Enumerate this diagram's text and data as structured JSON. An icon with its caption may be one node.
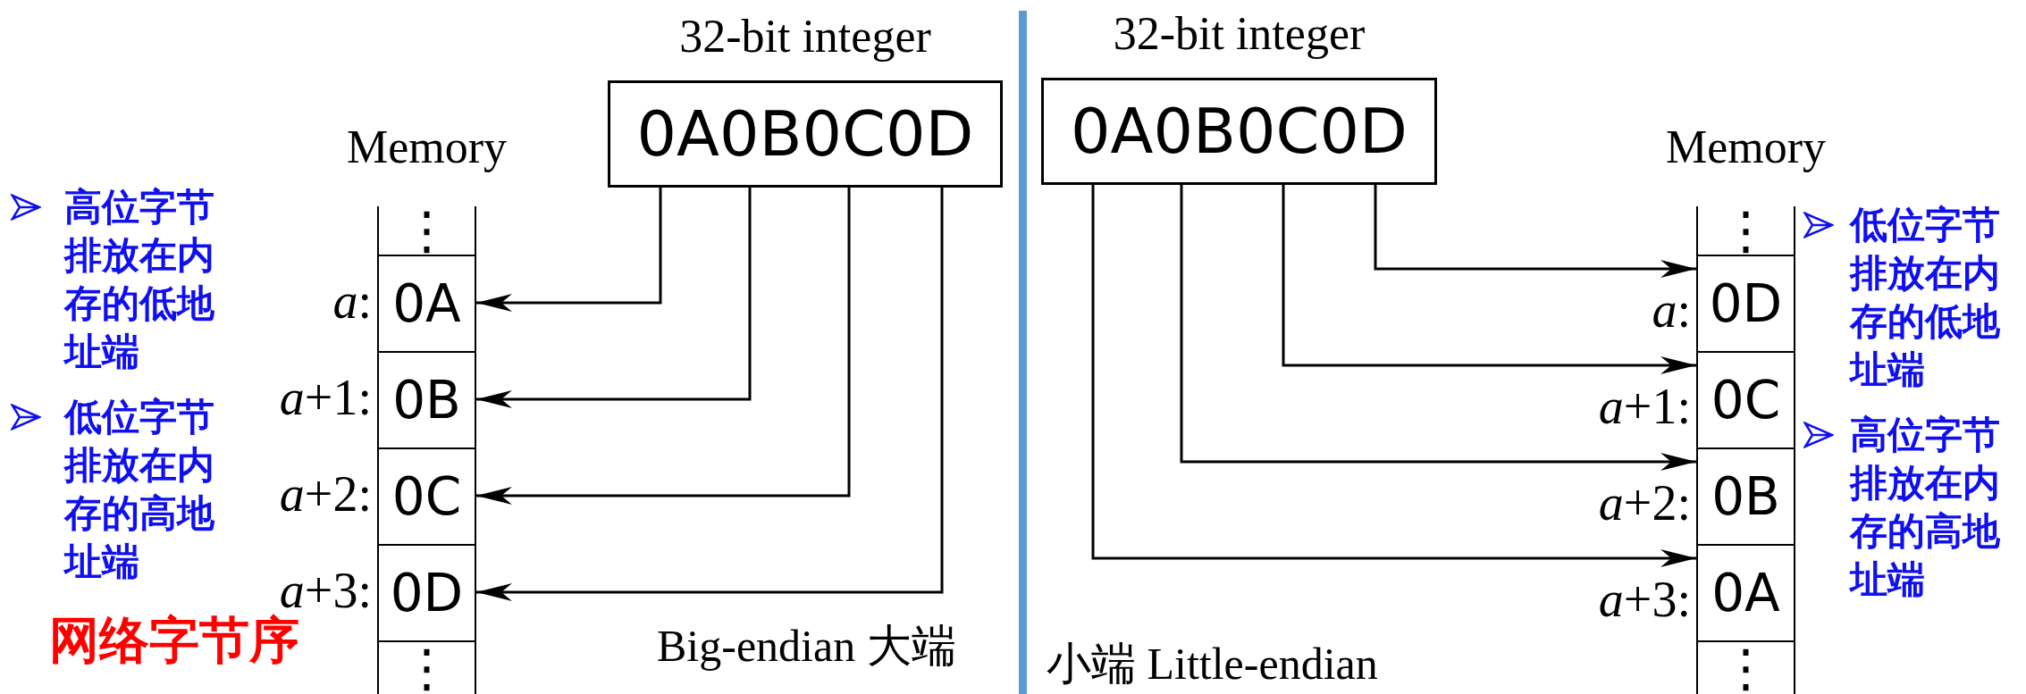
{
  "diagram": {
    "nodes": [
      {
        "text": [
          "32-bit integer",
          "0A0B0C0D"
        ]
      },
      {
        "text": [
          "32-bit integer",
          "0A0B0C0D"
        ]
      },
      {
        "text": [
          "Memory"
        ]
      },
      {
        "text": [
          "⋮"
        ],
        "in": 2
      },
      {
        "text": [
          "0A"
        ],
        "in": 2,
        "beside": [
          "*a*:"
        ]
      },
      {
        "text": [
          "0B"
        ],
        "in": 2,
        "beside": [
          "*a*+1:"
        ]
      },
      {
        "text": [
          "0C"
        ],
        "in": 2,
        "beside": [
          "*a*+2:"
        ]
      },
      {
        "text": [
          "0D"
        ],
        "in": 2,
        "beside": [
          "*a*+3:"
        ]
      },
      {
        "text": [
          "⋮"
        ],
        "in": 2
      },
      {
        "text": [
          "Memory"
        ]
      },
      {
        "text": [
          "⋮"
        ],
        "in": 9
      },
      {
        "text": [
          "0D"
        ],
        "in": 9,
        "beside": [
          "*a*:"
        ]
      },
      {
        "text": [
          "0C"
        ],
        "in": 9,
        "beside": [
          "*a*+1:"
        ]
      },
      {
        "text": [
          "0B"
        ],
        "in": 9,
        "beside": [
          "*a*+2:"
        ]
      },
      {
        "text": [
          "0A"
        ],
        "in": 9,
        "beside": [
          "*a*+3:"
        ]
      },
      {
        "text": [
          "⋮"
        ],
        "in": 9
      }
    ],
    "edges": [
      {
        "from": 0,
        "to": 4,
        "arrow": "to"
      },
      {
        "from": 0,
        "to": 5,
        "arrow": "to"
      },
      {
        "from": 0,
        "to": 6,
        "arrow": "to"
      },
      {
        "from": 0,
        "to": 7,
        "arrow": "to"
      },
      {
        "from": 1,
        "to": 11,
        "arrow": "to"
      },
      {
        "from": 1,
        "to": 12,
        "arrow": "to"
      },
      {
        "from": 1,
        "to": 13,
        "arrow": "to"
      },
      {
        "from": 1,
        "to": 14,
        "arrow": "to"
      }
    ],
    "labels": [
      "高位字节排放在内存的低地址端",
      "低位字节排放在内存的高地址端",
      "网络字节序",
      "Big-endian 大端",
      "小端 Little-endian",
      "低位字节排放在内存的低地址端",
      "高位字节排放在内存的高地址端"
    ]
  }
}
